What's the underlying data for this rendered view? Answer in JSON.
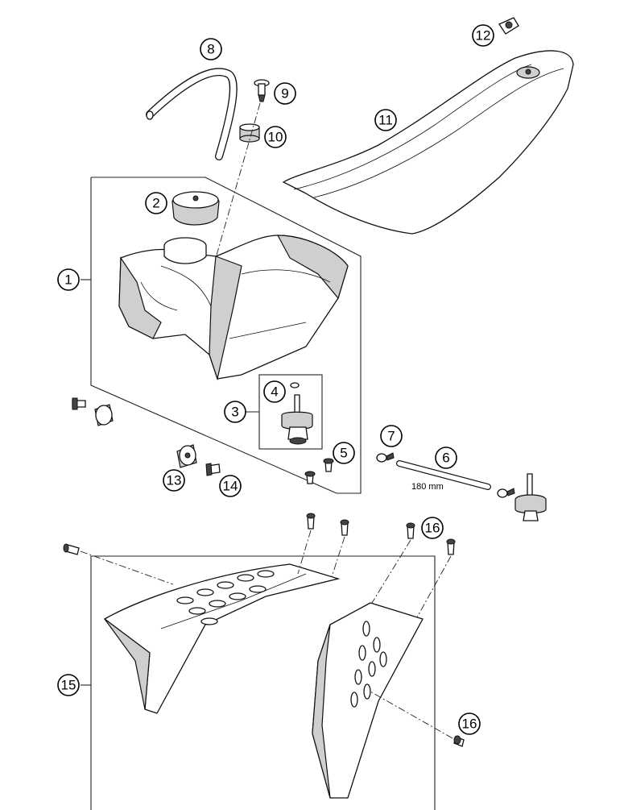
{
  "callouts": [
    {
      "id": "1",
      "label": "1"
    },
    {
      "id": "2",
      "label": "2"
    },
    {
      "id": "3",
      "label": "3"
    },
    {
      "id": "4",
      "label": "4"
    },
    {
      "id": "5",
      "label": "5"
    },
    {
      "id": "6",
      "label": "6"
    },
    {
      "id": "7",
      "label": "7"
    },
    {
      "id": "8",
      "label": "8"
    },
    {
      "id": "9",
      "label": "9"
    },
    {
      "id": "10",
      "label": "10"
    },
    {
      "id": "11",
      "label": "11"
    },
    {
      "id": "12",
      "label": "12"
    },
    {
      "id": "13",
      "label": "13"
    },
    {
      "id": "14",
      "label": "14"
    },
    {
      "id": "15",
      "label": "15"
    },
    {
      "id": "16a",
      "label": "16"
    },
    {
      "id": "16b",
      "label": "16"
    }
  ],
  "annotations": {
    "hose_length": "180 mm"
  }
}
